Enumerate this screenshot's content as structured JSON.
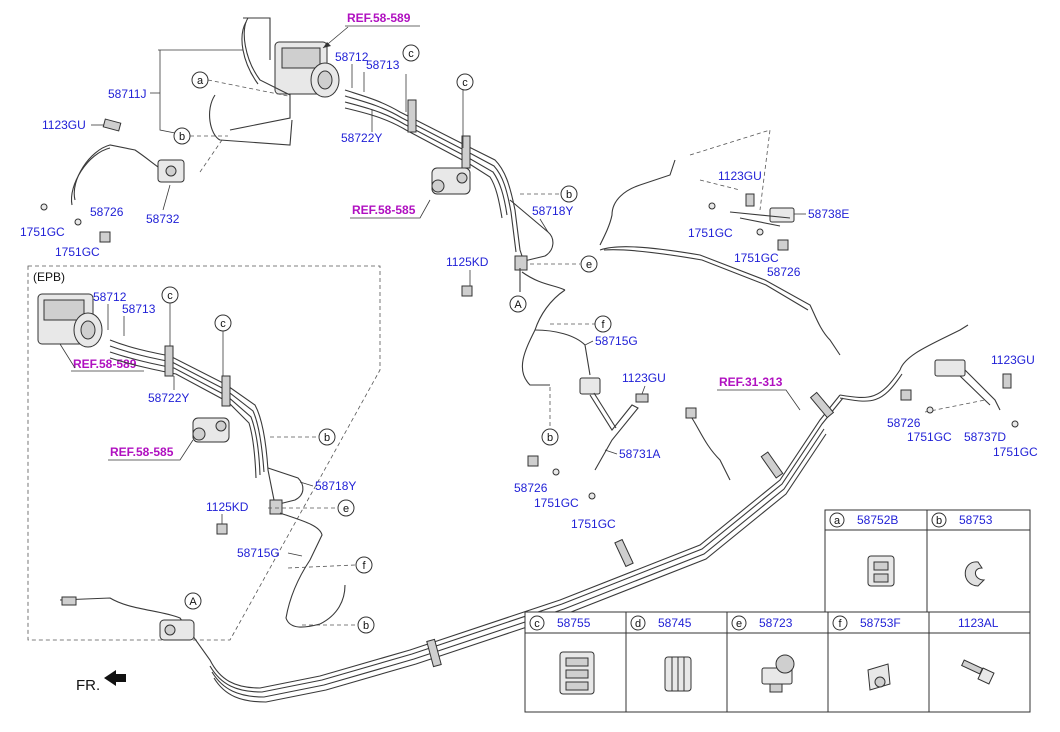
{
  "labels": {
    "p58711J": "58711J",
    "p1123GU_1": "1123GU",
    "p1751GC_1": "1751GC",
    "p58726_1": "58726",
    "p1751GC_2": "1751GC",
    "p58732": "58732",
    "p58712_1": "58712",
    "p58713_1": "58713",
    "p58722Y_1": "58722Y",
    "p58718Y_1": "58718Y",
    "p1125KD_1": "1125KD",
    "p1123GU_2": "1123GU",
    "p58738E": "58738E",
    "p1751GC_3": "1751GC",
    "p1751GC_4": "1751GC",
    "p58726_2": "58726",
    "p58715G_1": "58715G",
    "p1123GU_3": "1123GU",
    "p58731A": "58731A",
    "p58726_3": "58726",
    "p1751GC_5": "1751GC",
    "p1751GC_6": "1751GC",
    "p1123GU_4": "1123GU",
    "p58726_4": "58726",
    "p1751GC_7": "1751GC",
    "p58737D": "58737D",
    "p1751GC_8": "1751GC",
    "p58712_2": "58712",
    "p58713_2": "58713",
    "p58722Y_2": "58722Y",
    "p58718Y_2": "58718Y",
    "p1125KD_2": "1125KD",
    "p58715G_2": "58715G",
    "epb": "(EPB)",
    "fr": "FR."
  },
  "refs": {
    "r1": "REF.58-589",
    "r2": "REF.58-585",
    "r3": "REF.31-313",
    "r4": "REF.58-589",
    "r5": "REF.58-585"
  },
  "callouts": [
    "a",
    "b",
    "c",
    "d",
    "e",
    "f",
    "A"
  ],
  "legend": {
    "top": [
      {
        "letter": "a",
        "part": "58752B"
      },
      {
        "letter": "b",
        "part": "58753"
      }
    ],
    "bottom": [
      {
        "letter": "c",
        "part": "58755"
      },
      {
        "letter": "d",
        "part": "58745"
      },
      {
        "letter": "e",
        "part": "58723"
      },
      {
        "letter": "f",
        "part": "58753F"
      },
      {
        "letter": "",
        "part": "1123AL"
      }
    ]
  }
}
